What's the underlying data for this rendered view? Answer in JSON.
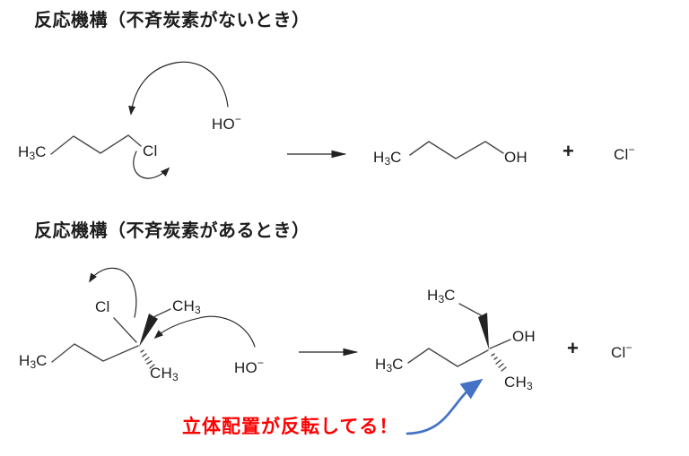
{
  "colors": {
    "bond": "#474747",
    "arrow": "#222222",
    "highlight": "#4472c4",
    "note": "#ff0000",
    "text": "#1d1d1d"
  },
  "section_no_stereocenter": {
    "title": "反応機構（不斉炭素がないとき）",
    "reactant": {
      "h3c": "H~3~C",
      "cl": "Cl"
    },
    "nucleophile": "HO^−^",
    "product": {
      "h3c": "H~3~C",
      "oh": "OH"
    },
    "plus": "+",
    "leaving_ion": "Cl^−^"
  },
  "section_with_stereocenter": {
    "title": "反応機構（不斉炭素があるとき）",
    "reactant": {
      "cl": "Cl",
      "ch3_wedge": "CH~3~",
      "ch3_hash": "CH~3~",
      "h3c": "H~3~C"
    },
    "nucleophile": "HO^−^",
    "product": {
      "h3c_top": "H~3~C",
      "oh": "OH",
      "ch3_hash": "CH~3~",
      "h3c": "H~3~C"
    },
    "plus": "+",
    "leaving_ion": "Cl^−^",
    "annotation": "立体配置が反転してる！"
  }
}
